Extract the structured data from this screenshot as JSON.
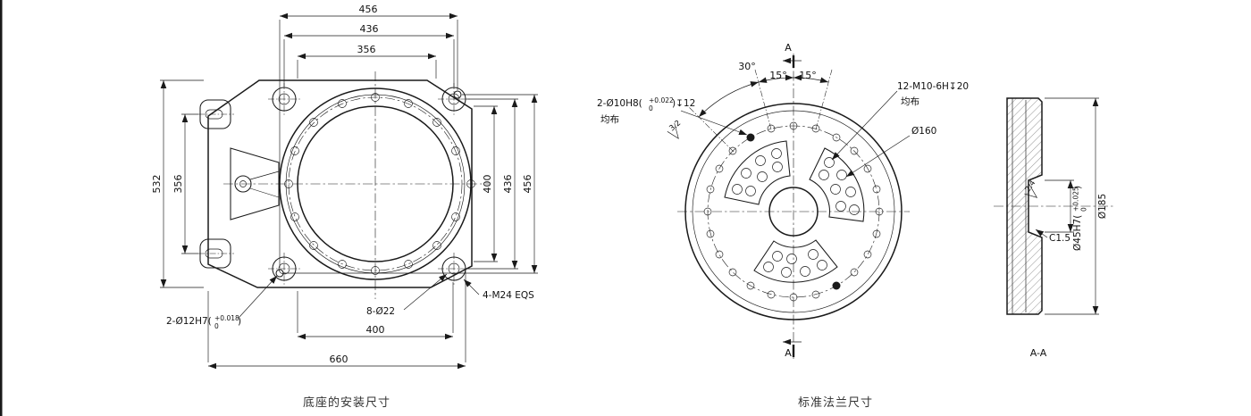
{
  "captions": {
    "left": "底座的安装尺寸",
    "middle": "标准法兰尺寸"
  },
  "left_view": {
    "dims": {
      "top_456": "456",
      "top_436": "436",
      "top_356": "356",
      "left_532": "532",
      "left_356": "356",
      "right_400": "400",
      "right_436": "436",
      "right_456": "456",
      "bottom_400": "400",
      "bottom_660": "660"
    },
    "labels": {
      "pin_holes": {
        "pre": "2-Ø12H7(",
        "sup": "+0.018",
        "sub": "0",
        "post": ")"
      },
      "bolt_holes": "8-Ø22",
      "tapped_holes": "4-M24 EQS"
    }
  },
  "flange_view": {
    "labels": {
      "dowel_holes": {
        "pre": "2-Ø10H8(",
        "sup": "+0.022",
        "sub": "0",
        "post": ")↧12",
        "note": "均布"
      },
      "tapped_holes": {
        "text": "12-M10-6H↧20",
        "note": "均布"
      },
      "bolt_circle": "Ø160",
      "roughness": "3.2",
      "angle_30": "30°",
      "angle_15a": "15°",
      "angle_15b": "15°",
      "section_mark": "A"
    }
  },
  "section_view": {
    "labels": {
      "bore": {
        "pre": "Ø45H7(",
        "sup": "+0.025",
        "sub": "0",
        "post": ")"
      },
      "outer_dia": "Ø185",
      "roughness": "2.4",
      "chamfer": "C1.5",
      "title": "A-A"
    }
  }
}
